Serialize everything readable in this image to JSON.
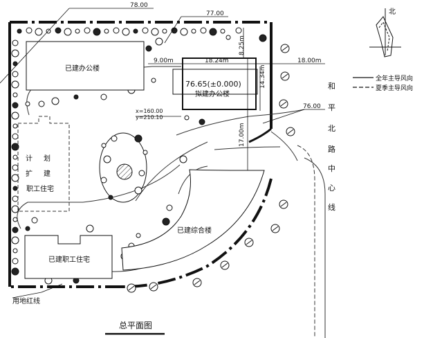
{
  "title": "总平面图",
  "legend": {
    "north": "北",
    "annual_wind": "全年主导风向",
    "summer_wind": "夏季主导风向"
  },
  "buildings": {
    "office_existing": "已建办公楼",
    "office_proposed": "拟建办公楼",
    "complex_existing": "已建综合楼",
    "staff_housing_existing": "已建职工住宅",
    "staff_housing_planned": [
      "计",
      "划",
      "扩",
      "建",
      "职工住宅"
    ]
  },
  "road": {
    "chars": [
      "和",
      "平",
      "北",
      "路",
      "中",
      "心",
      "线"
    ]
  },
  "boundary_label": "用地红线",
  "elevations": {
    "top_left": "78.00",
    "top_mid": "77.00",
    "right": "76.00",
    "proposed": "76.65(±0.000)"
  },
  "dimensions": {
    "d_9_00": "9.00m",
    "d_18_24": "18.24m",
    "d_18_00": "18.00m",
    "d_8_25": "8.25m",
    "d_14_34": "14.34m",
    "d_17_00": "17.00m"
  },
  "coords": {
    "x": "x=160.00",
    "y": "y=210.10"
  }
}
